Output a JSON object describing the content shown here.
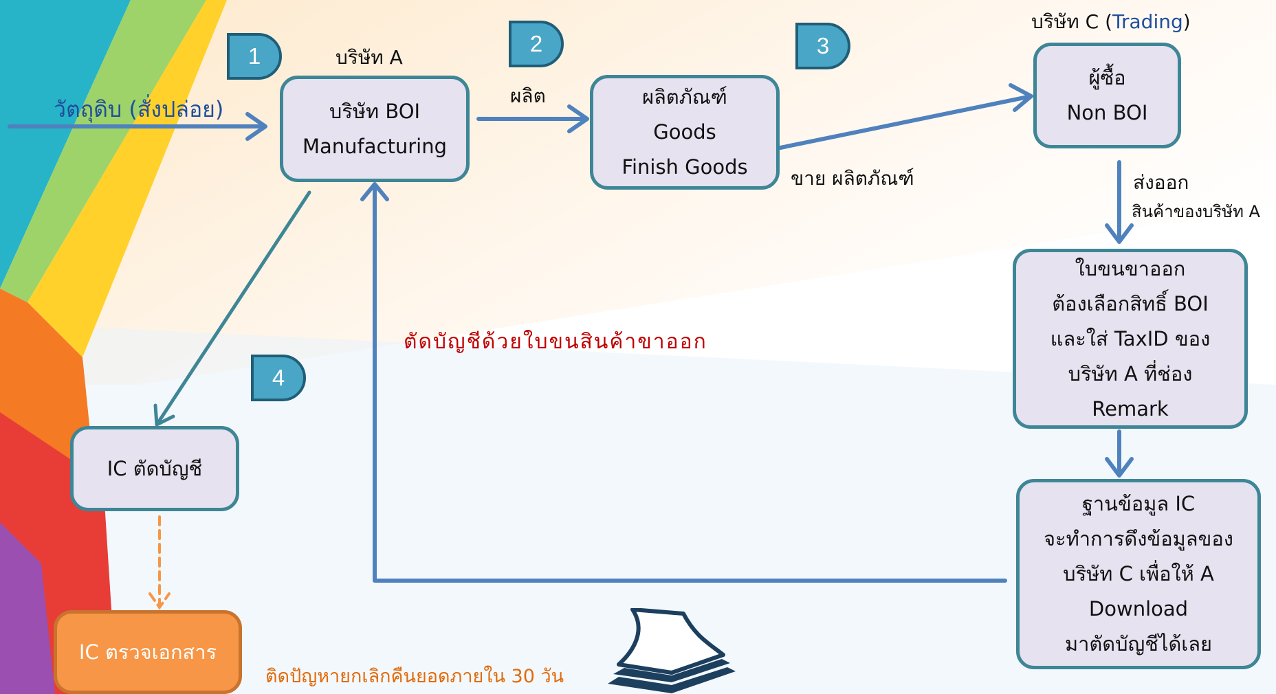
{
  "badges": [
    "1",
    "2",
    "3",
    "4"
  ],
  "labels": {
    "company_a": "บริษัท A",
    "company_c_prefix": "บริษัท C (",
    "company_c_trading": "Trading",
    "company_c_suffix": ")",
    "raw_material": "วัตถุดิบ (สั่งปล่อย)",
    "produce": "ผลิต",
    "sell_product": "ขาย ผลิตภัณฑ์",
    "export": "ส่งออก",
    "export_goods_of_a": "สินค้าของบริษัท A",
    "write_off_note": "ตัดบัญชีด้วยใบขนสินค้าขาออก",
    "problem_note": "ติดปัญหายกเลิกคืนยอดภายใน 30 วัน"
  },
  "boxes": {
    "boi_manufacturing": [
      "บริษัท BOI",
      "Manufacturing"
    ],
    "goods": [
      "ผลิตภัณฑ์",
      "Goods",
      "Finish Goods"
    ],
    "buyer": [
      "ผู้ซื้อ",
      "Non BOI"
    ],
    "export_declaration": [
      "ใบขนขาออก",
      "ต้องเลือกสิทธิ์ BOI",
      "และใส่ TaxID ของ",
      "บริษัท A ที่ช่อง",
      "Remark"
    ],
    "ic_database": [
      "ฐานข้อมูล IC",
      "จะทำการดึงข้อมูลของ",
      "บริษัท C เพื่อให้ A",
      "Download",
      "มาตัดบัญชีได้เลย"
    ],
    "ic_write_off": [
      "IC ตัดบัญชี"
    ],
    "ic_inspect": [
      "IC ตรวจเอกสาร"
    ]
  },
  "colors": {
    "box_fill": "#e6e2f0",
    "box_border": "#3e8696",
    "arrow": "#4f81bd",
    "diag_arrow": "#3e8696",
    "badge": "#4aa6c6",
    "raw_material_text": "#1f4e9c",
    "trading_text": "#1f4e9c",
    "write_off_note": "#c00000",
    "orange": "#f79646",
    "orange_text": "#e26b0a"
  },
  "icons": [
    "documents-stack-icon"
  ]
}
